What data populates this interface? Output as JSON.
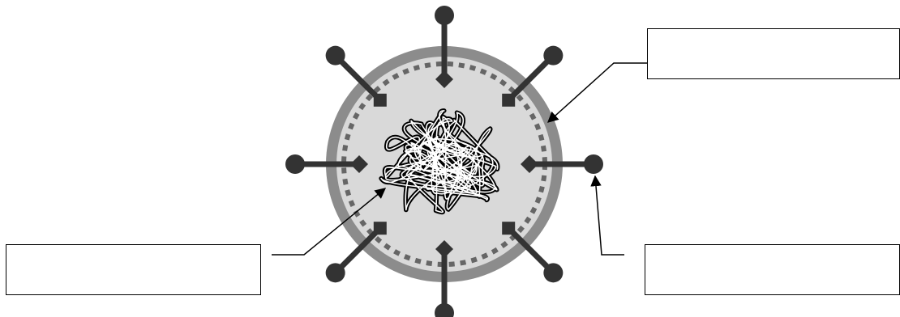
{
  "diagram": {
    "title": "",
    "labels": {
      "top_right": "",
      "bottom_left": "",
      "bottom_right": ""
    },
    "colors": {
      "outer_envelope": "#8c8c8c",
      "inner_capsid": "#d9d9d9",
      "dashed_ring": "#666666",
      "spikes": "#333333",
      "genome": "#000000",
      "label_border": "#000000",
      "arrow": "#000000"
    },
    "parts": {
      "envelope": "outer-envelope-ring",
      "membrane": "dashed-membrane-ring",
      "genome": "tangled-genome-core",
      "spike_count": 8
    }
  }
}
